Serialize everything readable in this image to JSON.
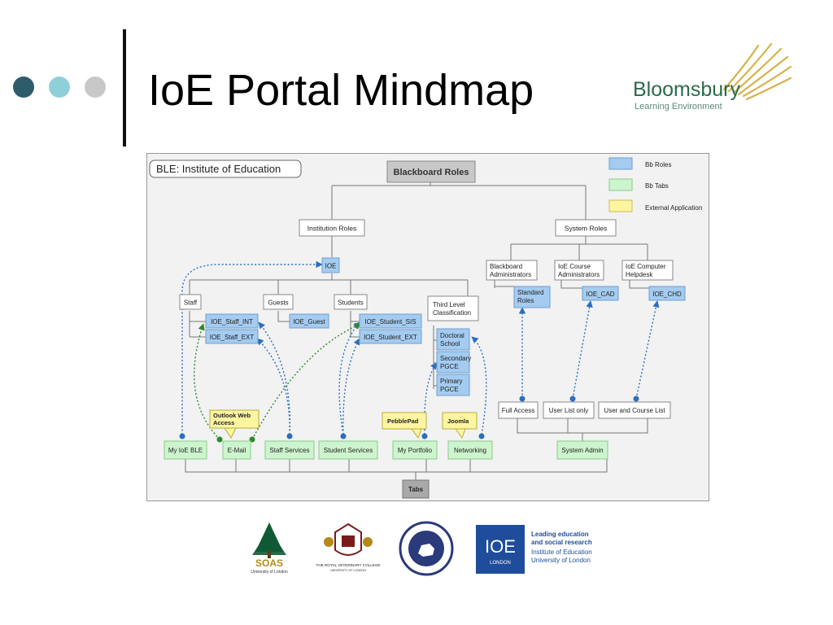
{
  "slide": {
    "title": "IoE Portal Mindmap",
    "accent_colors": [
      "#2e5c6b",
      "#8fd0d8",
      "#c8c8c8"
    ]
  },
  "logos": {
    "bloomsbury": {
      "name": "Bloomsbury",
      "tagline": "Learning Environment"
    },
    "soas": {
      "name": "SOAS",
      "sub": "University of London"
    },
    "rvc": {
      "name": "THE ROYAL VETERINARY COLLEGE",
      "sub": "UNIVERSITY OF LONDON"
    },
    "ioe": {
      "mark": "IOE",
      "mark_sub": "LONDON",
      "line1": "Leading education",
      "line2": "and social research",
      "line3": "Institute of Education",
      "line4": "University of London"
    }
  },
  "diagram": {
    "panel_title": "BLE: Institute of Education",
    "root": "Blackboard Roles",
    "legend": [
      {
        "label": "Bb Roles",
        "color": "#a4cbf0"
      },
      {
        "label": "Bb Tabs",
        "color": "#cdf5cd"
      },
      {
        "label": "External Application",
        "color": "#fdf5a0"
      }
    ],
    "institution_roles": "Institution Roles",
    "system_roles": "System Roles",
    "ioe": "IOE",
    "groups": {
      "staff": "Staff",
      "guests": "Guests",
      "students": "Students",
      "third_level": [
        "Third Level",
        "Classification"
      ]
    },
    "bb_roles": {
      "staff_int": "IOE_Staff_INT",
      "staff_ext": "IOE_Staff_EXT",
      "guest": "IOE_Guest",
      "student_sis": "IOE_Student_SIS",
      "student_ext": "IOE_Student_EXT",
      "doctoral": [
        "Doctoral",
        "School"
      ],
      "secondary": [
        "Secondary",
        "PGCE"
      ],
      "primary": [
        "Primary",
        "PGCE"
      ]
    },
    "system_groups": {
      "bb_admins": [
        "Blackboard",
        "Administrators"
      ],
      "course_admins": [
        "IoE Course",
        "Administrators"
      ],
      "helpdesk": [
        "IoE Computer",
        "Helpdesk"
      ]
    },
    "system_bb_roles": {
      "standard": [
        "Standard",
        "Roles"
      ],
      "cad": "IOE_CAD",
      "chd": "IOE_CHD"
    },
    "access": {
      "full": "Full Access",
      "user_list": "User List only",
      "user_course": "User and Course List"
    },
    "external_apps": {
      "owa": [
        "Outlook Web",
        "Access"
      ],
      "pebblepad": "PebblePad",
      "joomla": "Joomla"
    },
    "tabs": [
      "My IoE BLE",
      "E-Mail",
      "Staff Services",
      "Student Services",
      "My Portfolio",
      "Networking",
      "System Admin"
    ],
    "tabs_root": "Tabs"
  }
}
